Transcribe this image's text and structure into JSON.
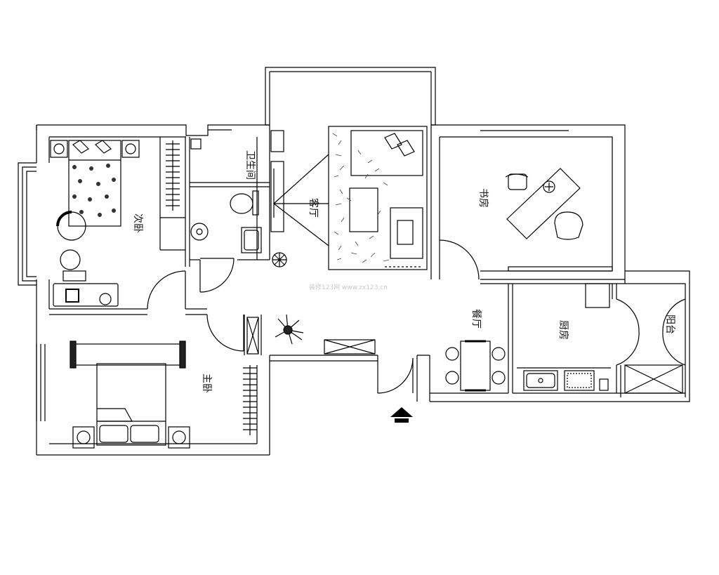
{
  "rooms": {
    "secondary_bedroom": "次卧",
    "bathroom": "卫生间",
    "living_room": "客厅",
    "study": "书房",
    "dining_room": "餐厅",
    "kitchen": "厨房",
    "balcony": "阳台",
    "master_bedroom": "主卧"
  },
  "watermark": "装修123网 www.zx123.cn",
  "entrance_marker_icon": "entrance-arrow-icon"
}
